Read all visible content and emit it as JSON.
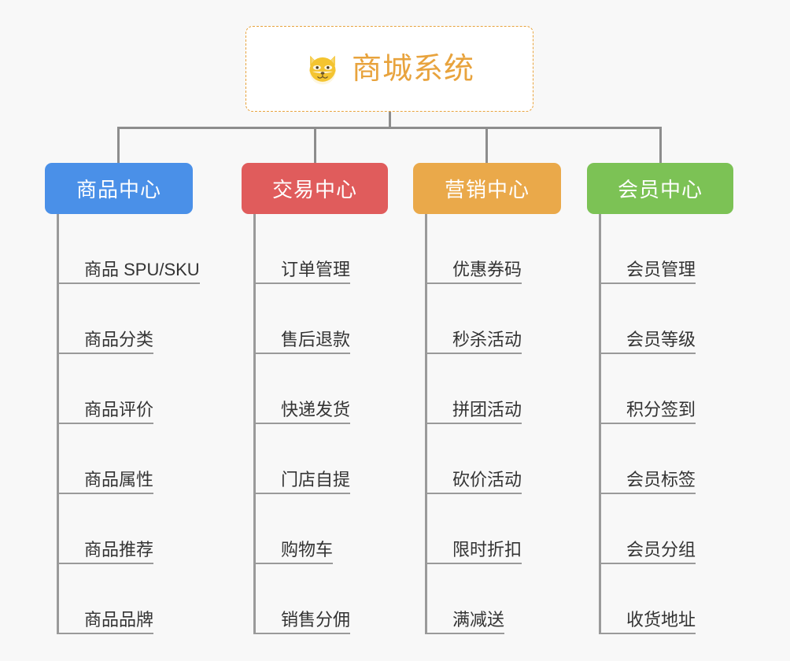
{
  "canvas": {
    "background": "#f8f8f8",
    "line_color": "#8d8d8d"
  },
  "root": {
    "title": "商城系统",
    "icon": "shiba-dog-face-icon",
    "text_color": "#e8a33d",
    "border_color": "#e8a33d",
    "background": "#ffffff"
  },
  "columns": [
    {
      "title": "商品中心",
      "color": "#4a90e8",
      "items": [
        "商品 SPU/SKU",
        "商品分类",
        "商品评价",
        "商品属性",
        "商品推荐",
        "商品品牌"
      ]
    },
    {
      "title": "交易中心",
      "color": "#e05c5c",
      "items": [
        "订单管理",
        "售后退款",
        "快递发货",
        "门店自提",
        "购物车",
        "销售分佣"
      ]
    },
    {
      "title": "营销中心",
      "color": "#eaa94a",
      "items": [
        "优惠券码",
        "秒杀活动",
        "拼团活动",
        "砍价活动",
        "限时折扣",
        "满减送"
      ]
    },
    {
      "title": "会员中心",
      "color": "#7cc255",
      "items": [
        "会员管理",
        "会员等级",
        "积分签到",
        "会员标签",
        "会员分组",
        "收货地址"
      ]
    }
  ]
}
